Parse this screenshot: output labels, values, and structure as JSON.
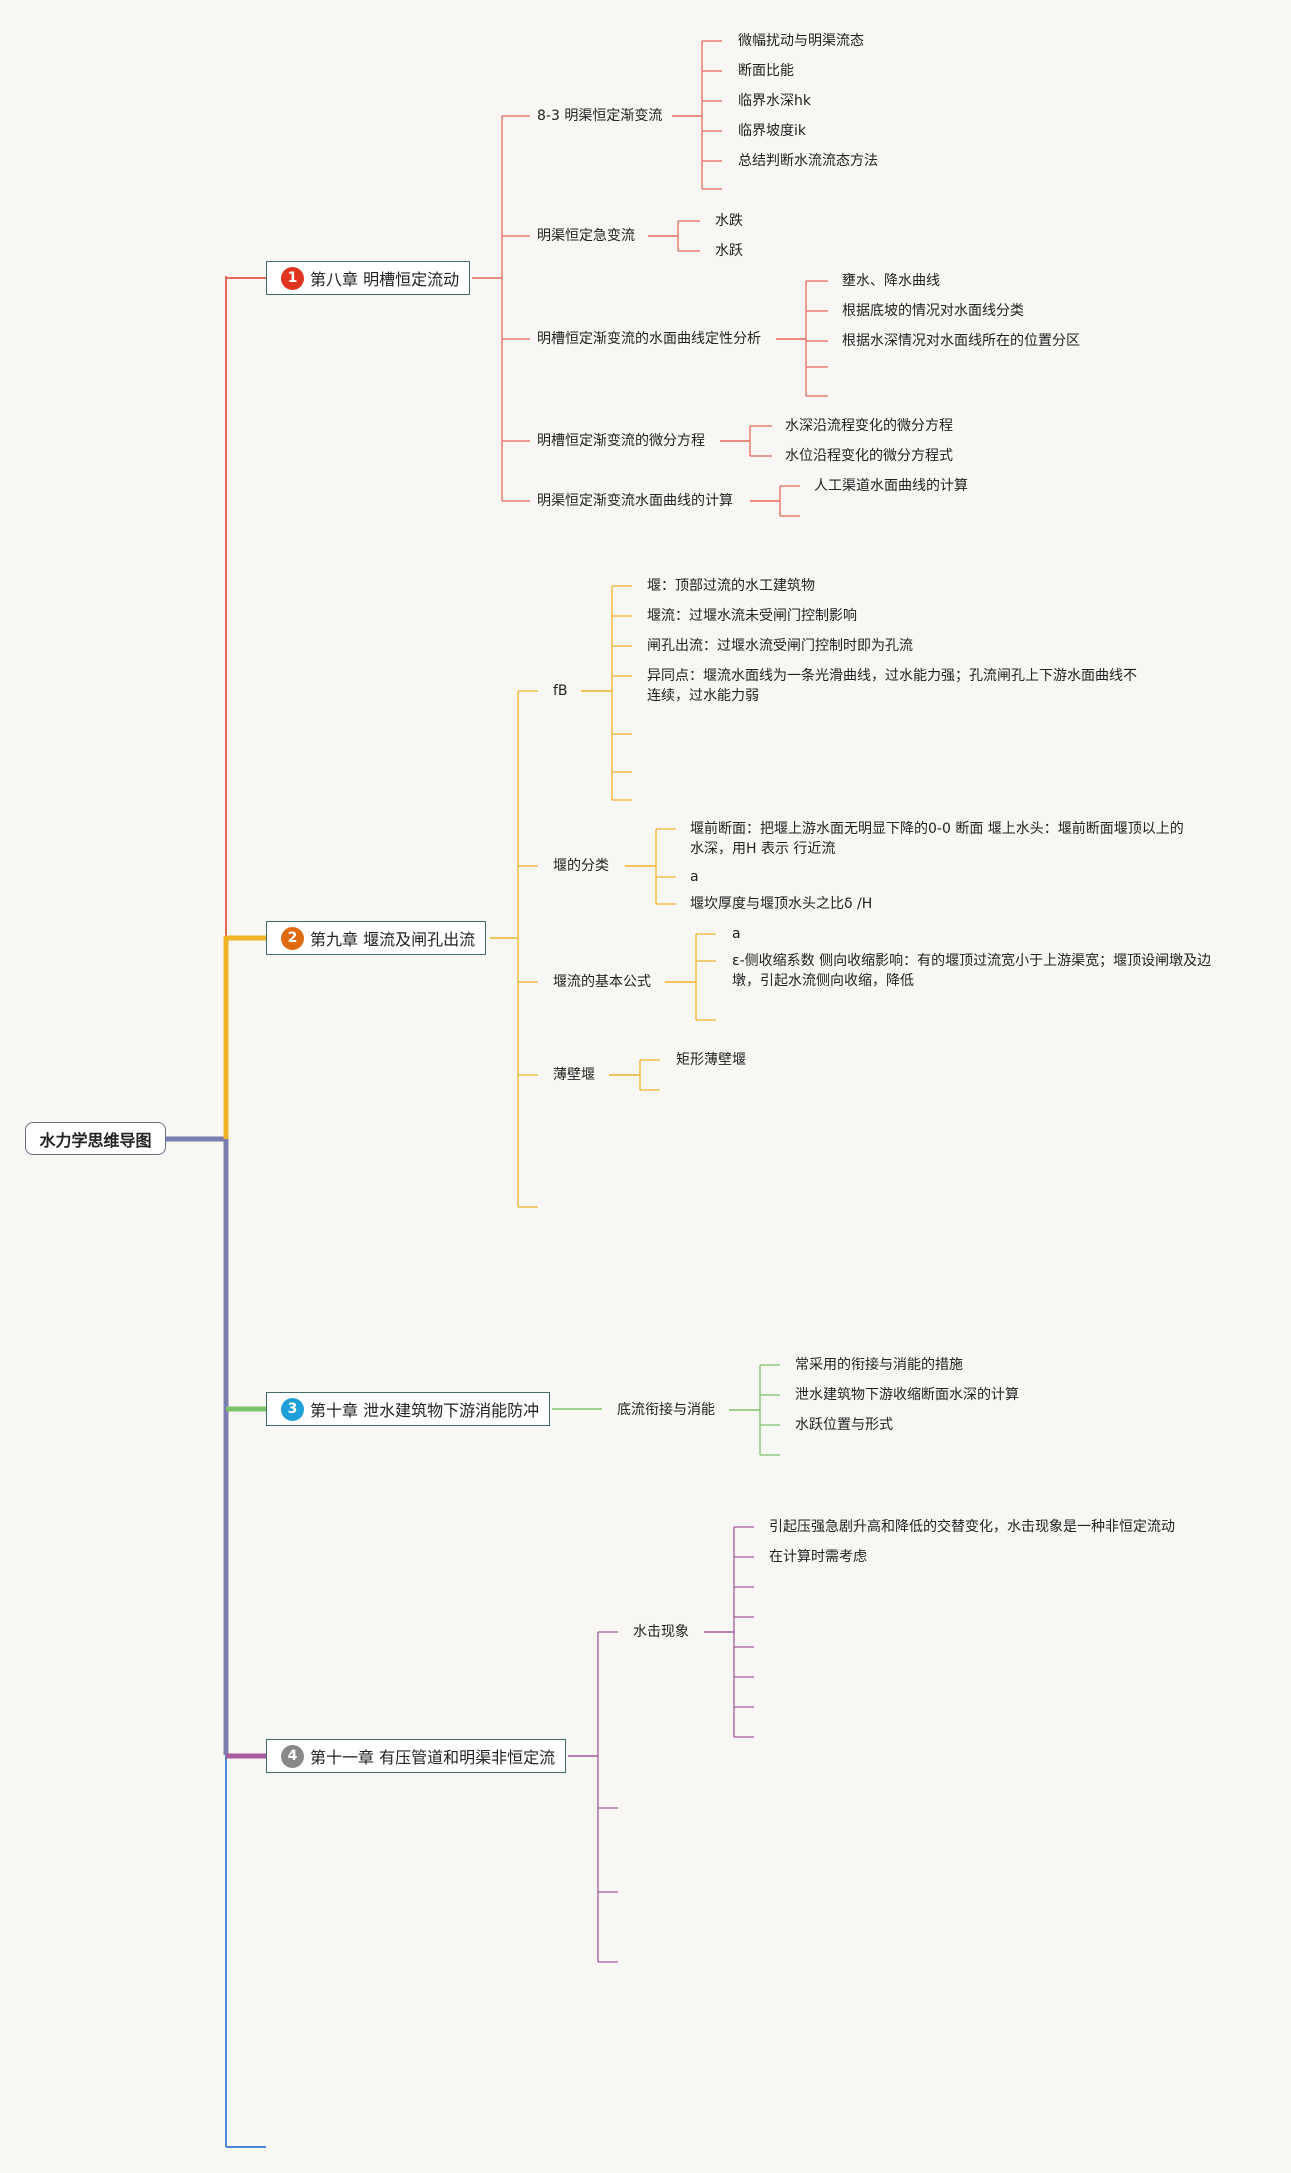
{
  "root": "水力学思维导图",
  "chapters": [
    {
      "num": "1",
      "title": "第八章 明槽恒定流动",
      "color": "#e56a5a",
      "badge": "#e0341f",
      "topics": [
        {
          "label": "8-3 明渠恒定渐变流",
          "items": [
            "微幅扰动与明渠流态",
            "断面比能",
            "临界水深hk",
            "临界坡度ik",
            "总结判断水流流态方法",
            ""
          ]
        },
        {
          "label": "明渠恒定急变流",
          "items": [
            "水跌",
            "水跃"
          ]
        },
        {
          "label": "明槽恒定渐变流的水面曲线定性分析",
          "items": [
            "壅水、降水曲线",
            "根据底坡的情况对水面线分类",
            "根据水深情况对水面线所在的位置分区",
            "",
            ""
          ]
        },
        {
          "label": "明槽恒定渐变流的微分方程",
          "items": [
            "水深沿流程变化的微分方程",
            "水位沿程变化的微分方程式"
          ]
        },
        {
          "label": "明渠恒定渐变流水面曲线的计算",
          "items": [
            "人工渠道水面曲线的计算"
          ]
        }
      ]
    },
    {
      "num": "2",
      "title": "第九章 堰流及闸孔出流",
      "color": "#f0b429",
      "badge": "#e06a10",
      "topics": [
        {
          "label": "fB",
          "items": [
            "堰：顶部过流的水工建筑物",
            "堰流：过堰水流未受闸门控制影响",
            "闸孔出流：过堰水流受闸门控制时即为孔流",
            "异同点：堰流水面线为一条光滑曲线，过水能力强；孔流闸孔上下游水面曲线不连续，过水能力弱",
            "",
            "",
            ""
          ]
        },
        {
          "label": "堰的分类",
          "items": [
            "堰前断面：把堰上游水面无明显下降的0-0 断面 堰上水头：堰前断面堰顶以上的水深，用H 表示 行近流",
            "a",
            "堰坎厚度与堰顶水头之比δ /H"
          ]
        },
        {
          "label": "堰流的基本公式",
          "items": [
            "a",
            "ε-侧收缩系数 侧向收缩影响：有的堰顶过流宽小于上游渠宽；堰顶设闸墩及边墩，引起水流侧向收缩，降低",
            ""
          ]
        },
        {
          "label": "薄壁堰",
          "items": [
            "矩形薄壁堰",
            ""
          ]
        },
        {
          "label": "",
          "items": []
        }
      ]
    },
    {
      "num": "3",
      "title": "第十章 泄水建筑物下游消能防冲",
      "color": "#7cc36a",
      "badge": "#1e9fd8",
      "topics": [
        {
          "label": "底流衔接与消能",
          "items": [
            "常采用的衔接与消能的措施",
            "泄水建筑物下游收缩断面水深的计算",
            "水跃位置与形式",
            ""
          ]
        }
      ]
    },
    {
      "num": "4",
      "title": "第十一章 有压管道和明渠非恒定流",
      "color": "#a65aa0",
      "badge": "#888888",
      "topics": [
        {
          "label": "水击现象",
          "items": [
            "引起压强急剧升高和降低的交替变化，水击现象是一种非恒定流动",
            "在计算时需考虑",
            "",
            "",
            "",
            "",
            "",
            ""
          ]
        },
        {
          "label": "",
          "items": []
        },
        {
          "label": "",
          "items": []
        },
        {
          "label": "",
          "items": []
        }
      ]
    }
  ]
}
